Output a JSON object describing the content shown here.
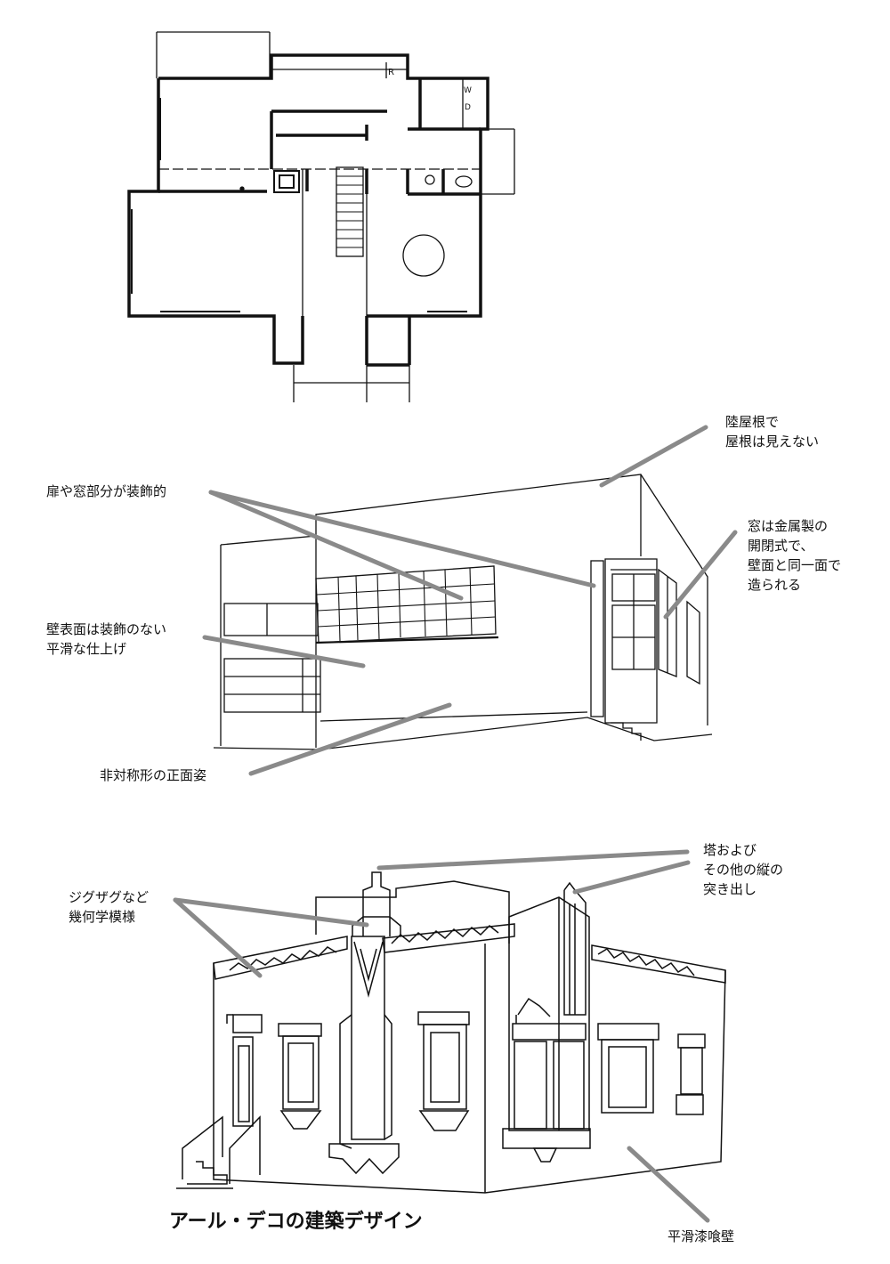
{
  "colors": {
    "line": "#111111",
    "leader": "#8a8a8a",
    "background": "#ffffff"
  },
  "floor_plan": {
    "fixture_labels": {
      "range": "R",
      "washer": "W",
      "dryer": "D"
    }
  },
  "modern_house": {
    "labels": {
      "flat_roof": [
        "陸屋根で",
        "屋根は見えない"
      ],
      "ornament_doors_windows": "扉や窓部分が装飾的",
      "metal_windows": [
        "窓は金属製の",
        "開閉式で、",
        "壁面と同一面で",
        "造られる"
      ],
      "smooth_wall": [
        "壁表面は装飾のない",
        "平滑な仕上げ"
      ],
      "asymmetric": "非対称形の正面姿"
    }
  },
  "art_deco": {
    "labels": {
      "tower": [
        "塔および",
        "その他の縦の",
        "突き出し"
      ],
      "zigzag": [
        "ジグザグなど",
        "幾何学模様"
      ],
      "stucco": "平滑漆喰壁"
    },
    "title": "アール・デコの建築デザイン"
  }
}
